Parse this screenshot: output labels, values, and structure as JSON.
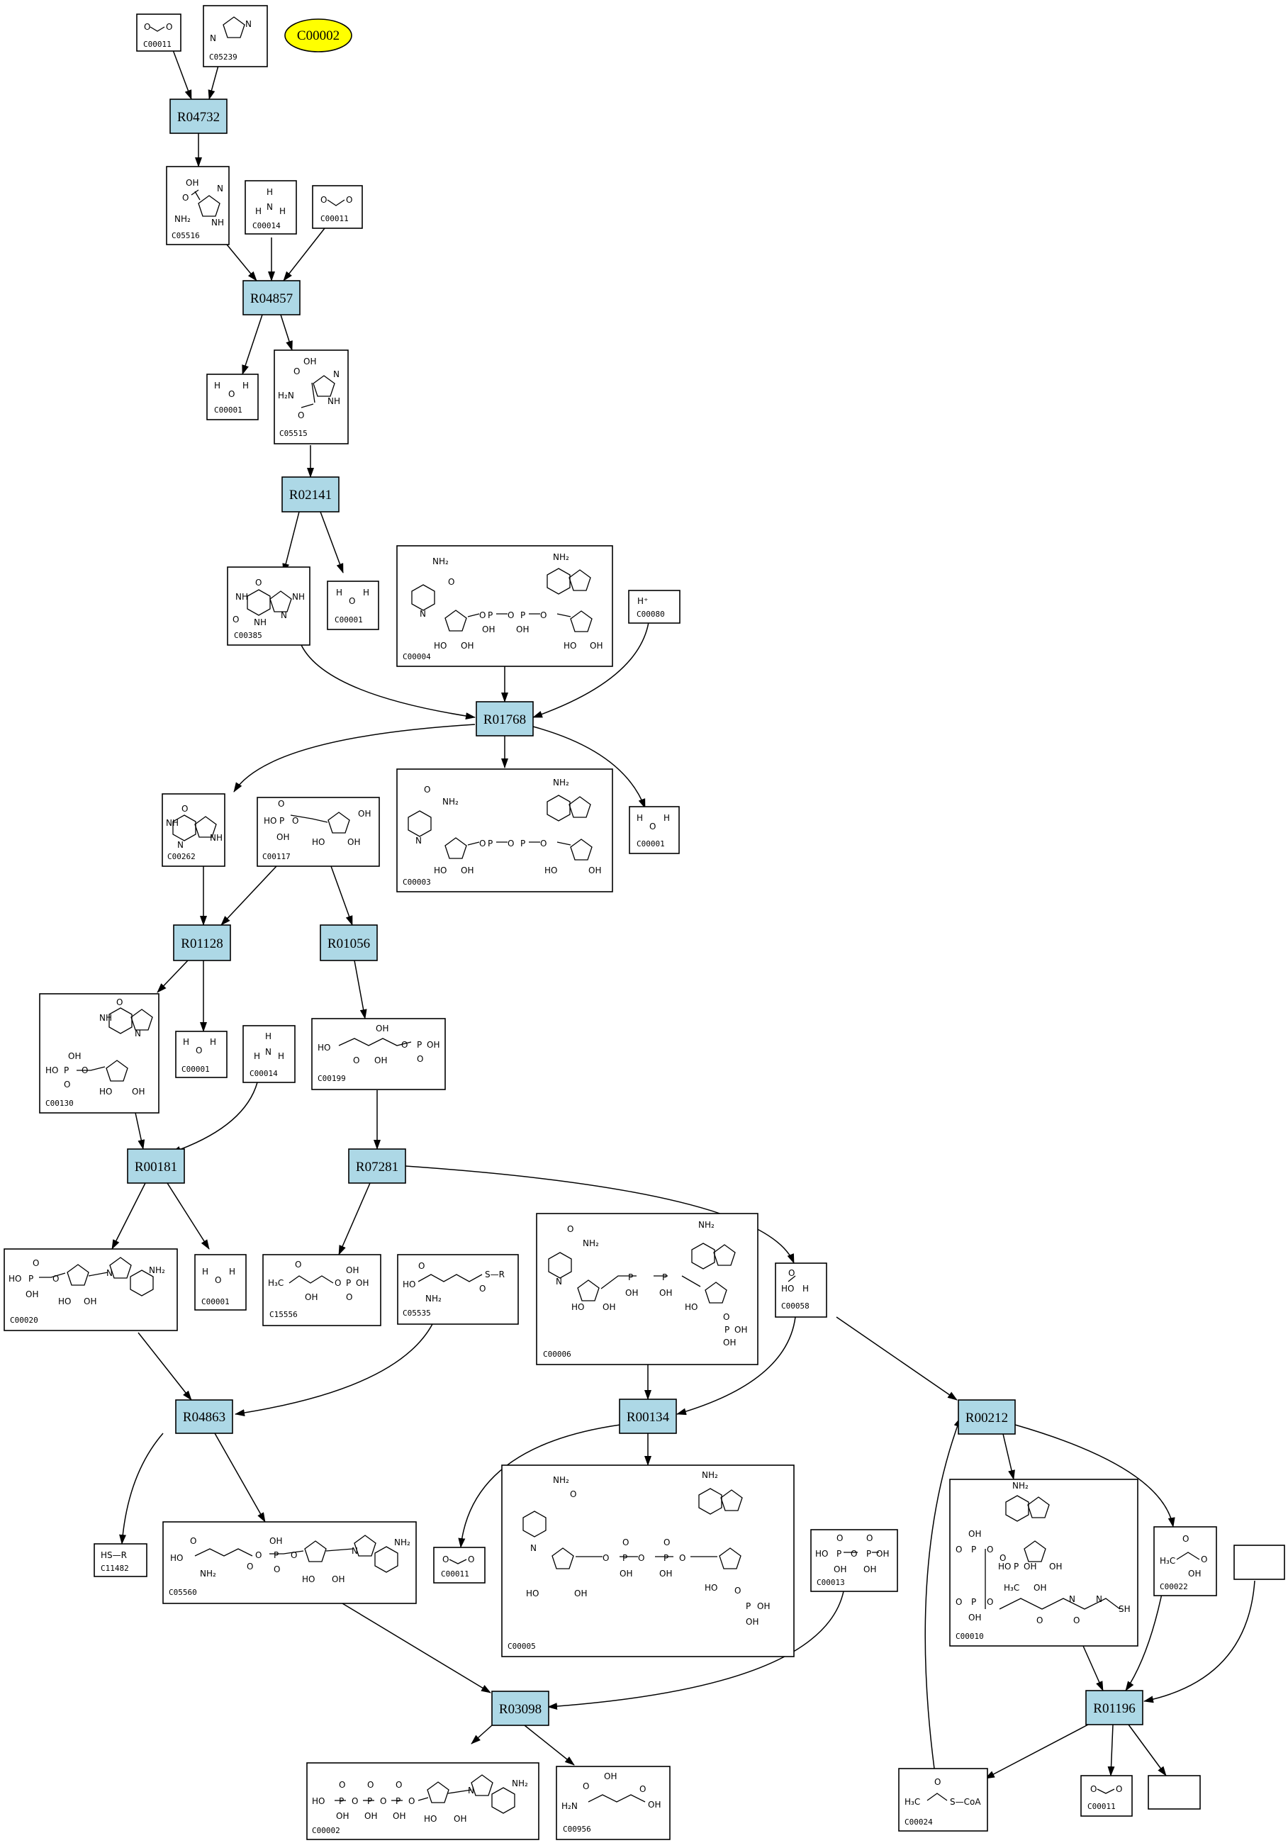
{
  "highlight": {
    "label": "C00002",
    "color": "#ffff00"
  },
  "colors": {
    "reaction_fill": "#add8e6",
    "compound_fill": "#ffffff",
    "stroke": "#000000"
  },
  "reactions": [
    "R04732",
    "R04857",
    "R02141",
    "R01768",
    "R01128",
    "R01056",
    "R00181",
    "R07281",
    "R04863",
    "R00134",
    "R00212",
    "R03098",
    "R01196"
  ],
  "compounds": [
    "C00011",
    "C05239",
    "C05516",
    "C00014",
    "C00011",
    "C00001",
    "C05515",
    "C00385",
    "C00001",
    "C00004",
    "C00080",
    "C00262",
    "C00117",
    "C00003",
    "C00001",
    "C00130",
    "C00001",
    "C00014",
    "C00199",
    "C00020",
    "C00001",
    "C15556",
    "C05535",
    "C00006",
    "C00058",
    "C11482",
    "C05560",
    "C00011",
    "C00005",
    "C00013",
    "C00010",
    "C00022",
    "",
    "C00002",
    "C00956",
    "C00024",
    "C00011",
    ""
  ],
  "atoms": {
    "h2o": [
      "H",
      "O",
      "H"
    ],
    "nh3": [
      "H",
      "N",
      "H",
      "H"
    ],
    "co2": [
      "O",
      "C",
      "O"
    ],
    "hplus": "H⁺",
    "oh": "OH",
    "nh2": "NH₂",
    "h2n": "H₂N",
    "o": "O",
    "n": "N",
    "nh": "NH",
    "p": "P",
    "ho": "HO",
    "h3c": "H₃C",
    "c": "C",
    "s": "S",
    "hsr": "HS—R",
    "scoa": "S—CoA",
    "sr": "S—R",
    "sh": "SH"
  }
}
